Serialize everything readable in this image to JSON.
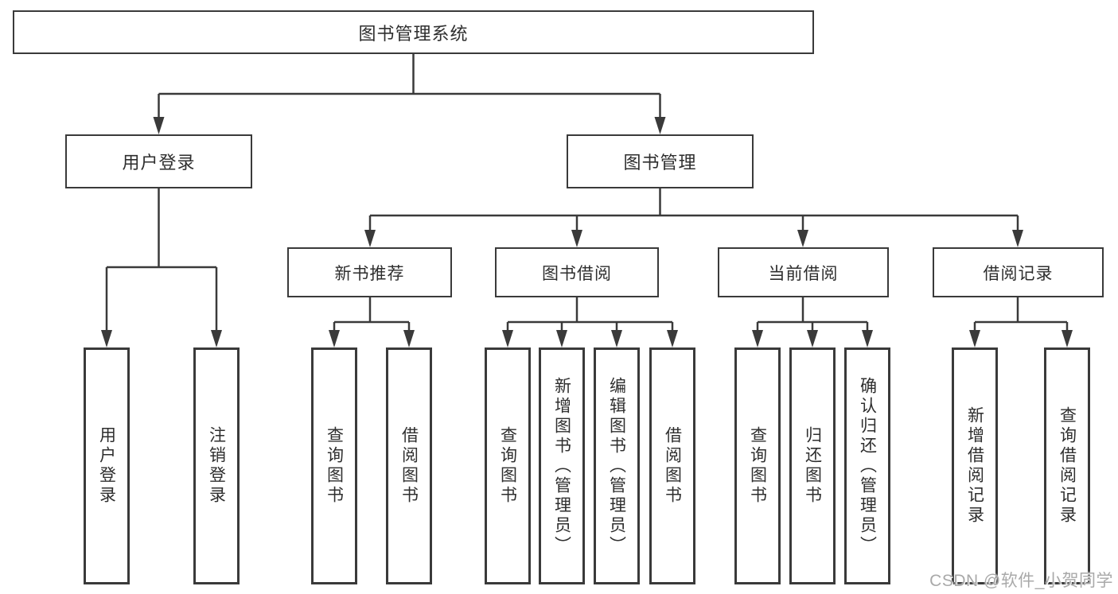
{
  "diagram": {
    "type": "hierarchy-diagram",
    "watermark": "CSDN @软件_小贺同学",
    "colors": {
      "line": "#3a3a3a",
      "text": "#2e2e2e",
      "box_background": "#ffffff",
      "page_background": "#ffffff",
      "watermark_text": "#a9a9a9"
    },
    "tree": {
      "label": "图书管理系统",
      "children": [
        {
          "label": "用户登录",
          "children": [
            {
              "label": "用户登录"
            },
            {
              "label": "注销登录"
            }
          ]
        },
        {
          "label": "图书管理",
          "children": [
            {
              "label": "新书推荐",
              "children": [
                {
                  "label": "查询图书"
                },
                {
                  "label": "借阅图书"
                }
              ]
            },
            {
              "label": "图书借阅",
              "children": [
                {
                  "label": "查询图书"
                },
                {
                  "label": "新增图书（管理员）"
                },
                {
                  "label": "编辑图书（管理员）"
                },
                {
                  "label": "借阅图书"
                }
              ]
            },
            {
              "label": "当前借阅",
              "children": [
                {
                  "label": "查询图书"
                },
                {
                  "label": "归还图书"
                },
                {
                  "label": "确认归还（管理员）"
                }
              ]
            },
            {
              "label": "借阅记录",
              "children": [
                {
                  "label": "新增借阅记录"
                },
                {
                  "label": "查询借阅记录"
                }
              ]
            }
          ]
        }
      ]
    }
  }
}
